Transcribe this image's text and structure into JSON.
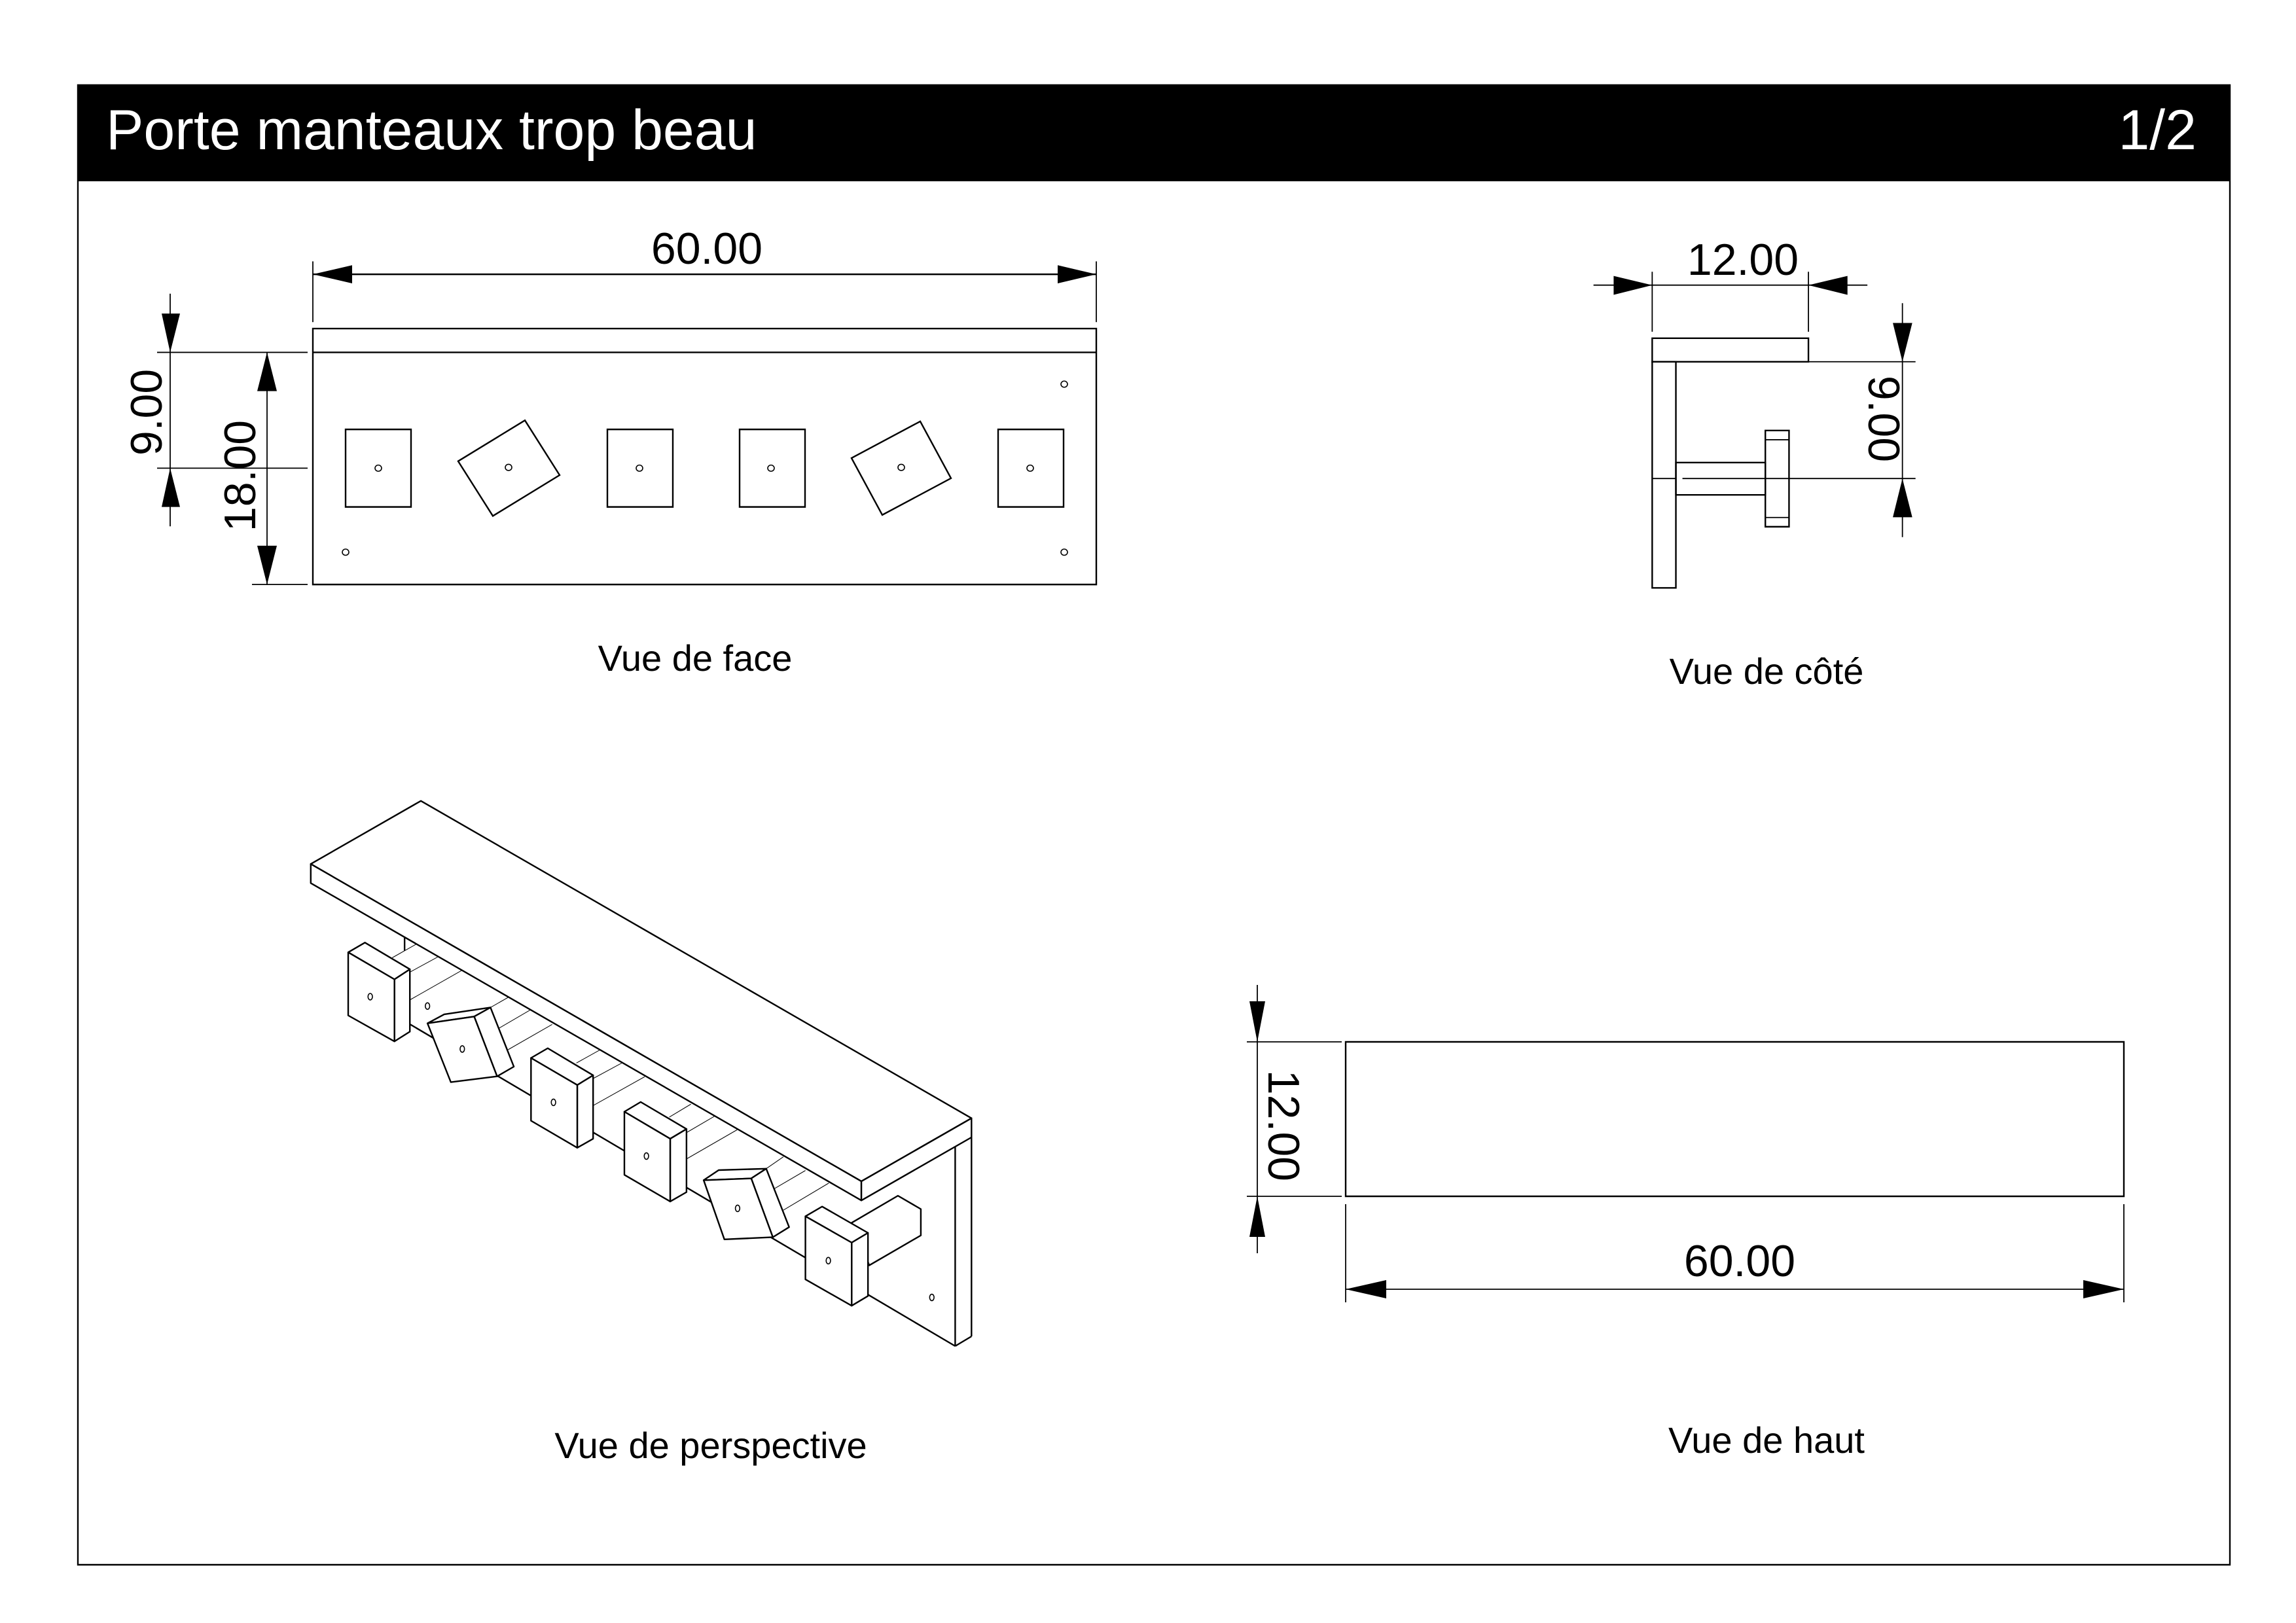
{
  "header": {
    "title": "Porte manteaux trop beau",
    "page": "1/2"
  },
  "views": {
    "front": {
      "label": "Vue de face",
      "dim_width": "60.00",
      "dim_upper_height": "9.00",
      "dim_total_height": "18.00"
    },
    "side": {
      "label": "Vue de côté",
      "dim_depth": "12.00",
      "dim_height": "9.00"
    },
    "perspective": {
      "label": "Vue de perspective"
    },
    "top": {
      "label": "Vue de haut",
      "dim_depth": "12.00",
      "dim_width": "60.00"
    }
  },
  "colors": {
    "header_bg": "#000000",
    "header_text": "#ffffff",
    "line": "#000000"
  }
}
